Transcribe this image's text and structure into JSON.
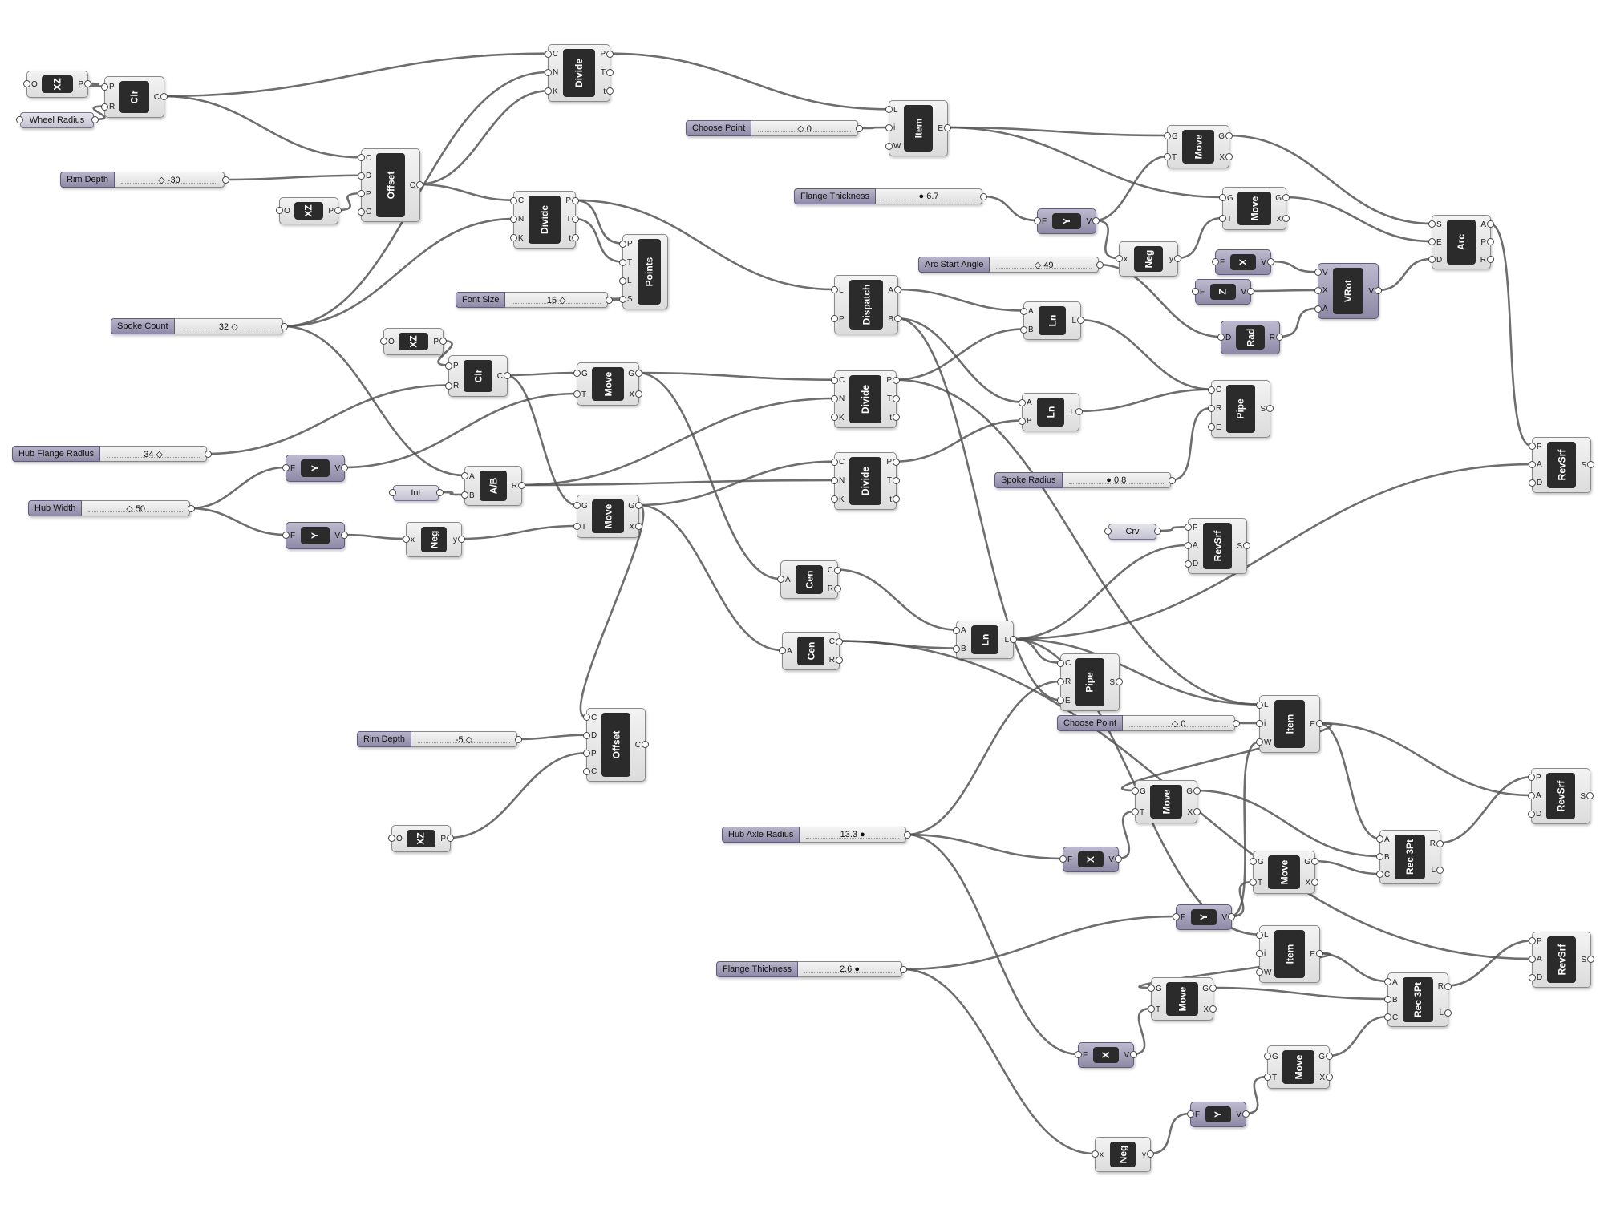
{
  "components": [
    {
      "id": "xz1",
      "name": "XZ",
      "inputs": [
        "O"
      ],
      "outputs": [
        "P"
      ]
    },
    {
      "id": "cir1",
      "name": "Cir",
      "inputs": [
        "P",
        "R"
      ],
      "outputs": [
        "C"
      ]
    },
    {
      "id": "div_top",
      "name": "Divide",
      "inputs": [
        "C",
        "N",
        "K"
      ],
      "outputs": [
        "P",
        "T",
        "t"
      ]
    },
    {
      "id": "offset1",
      "name": "Offset",
      "inputs": [
        "C",
        "D",
        "P",
        "C"
      ],
      "outputs": [
        "C"
      ]
    },
    {
      "id": "xz2",
      "name": "XZ",
      "inputs": [
        "O"
      ],
      "outputs": [
        "P"
      ]
    },
    {
      "id": "div2",
      "name": "Divide",
      "inputs": [
        "C",
        "N",
        "K"
      ],
      "outputs": [
        "P",
        "T",
        "t"
      ]
    },
    {
      "id": "points",
      "name": "Points",
      "inputs": [
        "P",
        "T",
        "L",
        "S"
      ],
      "outputs": []
    },
    {
      "id": "item1",
      "name": "Item",
      "inputs": [
        "L",
        "i",
        "W"
      ],
      "outputs": [
        "E"
      ]
    },
    {
      "id": "move_a",
      "name": "Move",
      "inputs": [
        "G",
        "T"
      ],
      "outputs": [
        "G",
        "X"
      ]
    },
    {
      "id": "y_fl",
      "name": "Y",
      "inputs": [
        "F"
      ],
      "outputs": [
        "V"
      ],
      "dark": true
    },
    {
      "id": "move_b",
      "name": "Move",
      "inputs": [
        "G",
        "T"
      ],
      "outputs": [
        "G",
        "X"
      ]
    },
    {
      "id": "neg_a",
      "name": "Neg",
      "inputs": [
        "x"
      ],
      "outputs": [
        "y"
      ]
    },
    {
      "id": "arc",
      "name": "Arc",
      "inputs": [
        "S",
        "E",
        "D"
      ],
      "outputs": [
        "A",
        "P",
        "R"
      ]
    },
    {
      "id": "x_dark",
      "name": "X",
      "inputs": [
        "F"
      ],
      "outputs": [
        "V"
      ],
      "dark": true
    },
    {
      "id": "z_dark",
      "name": "Z",
      "inputs": [
        "F"
      ],
      "outputs": [
        "V"
      ],
      "dark": true
    },
    {
      "id": "vrot",
      "name": "VRot",
      "inputs": [
        "V",
        "X",
        "A"
      ],
      "outputs": [
        "V"
      ],
      "dark": true
    },
    {
      "id": "rad",
      "name": "Rad",
      "inputs": [
        "D"
      ],
      "outputs": [
        "R"
      ],
      "dark": true
    },
    {
      "id": "dispatch",
      "name": "Dispatch",
      "inputs": [
        "L",
        "P"
      ],
      "outputs": [
        "A",
        "B"
      ]
    },
    {
      "id": "ln1",
      "name": "Ln",
      "inputs": [
        "A",
        "B"
      ],
      "outputs": [
        "L"
      ]
    },
    {
      "id": "ln2",
      "name": "Ln",
      "inputs": [
        "A",
        "B"
      ],
      "outputs": [
        "L"
      ]
    },
    {
      "id": "pipe1",
      "name": "Pipe",
      "inputs": [
        "C",
        "R",
        "E"
      ],
      "outputs": [
        "S"
      ]
    },
    {
      "id": "xz3",
      "name": "XZ",
      "inputs": [
        "O"
      ],
      "outputs": [
        "P"
      ]
    },
    {
      "id": "cir2",
      "name": "Cir",
      "inputs": [
        "P",
        "R"
      ],
      "outputs": [
        "C"
      ]
    },
    {
      "id": "move_c",
      "name": "Move",
      "inputs": [
        "G",
        "T"
      ],
      "outputs": [
        "G",
        "X"
      ]
    },
    {
      "id": "div3",
      "name": "Divide",
      "inputs": [
        "C",
        "N",
        "K"
      ],
      "outputs": [
        "P",
        "T",
        "t"
      ]
    },
    {
      "id": "div4",
      "name": "Divide",
      "inputs": [
        "C",
        "N",
        "K"
      ],
      "outputs": [
        "P",
        "T",
        "t"
      ]
    },
    {
      "id": "y_hf",
      "name": "Y",
      "inputs": [
        "F"
      ],
      "outputs": [
        "V"
      ],
      "dark": true
    },
    {
      "id": "ab",
      "name": "A/B",
      "inputs": [
        "A",
        "B"
      ],
      "outputs": [
        "R"
      ]
    },
    {
      "id": "y_hw",
      "name": "Y",
      "inputs": [
        "F"
      ],
      "outputs": [
        "V"
      ],
      "dark": true
    },
    {
      "id": "neg_b",
      "name": "Neg",
      "inputs": [
        "x"
      ],
      "outputs": [
        "y"
      ]
    },
    {
      "id": "move_d",
      "name": "Move",
      "inputs": [
        "G",
        "T"
      ],
      "outputs": [
        "G",
        "X"
      ]
    },
    {
      "id": "revsrf1",
      "name": "RevSrf",
      "inputs": [
        "P",
        "A",
        "D"
      ],
      "outputs": [
        "S"
      ]
    },
    {
      "id": "revsrf2",
      "name": "RevSrf",
      "inputs": [
        "P",
        "A",
        "D"
      ],
      "outputs": [
        "S"
      ]
    },
    {
      "id": "cen1",
      "name": "Cen",
      "inputs": [
        "A"
      ],
      "outputs": [
        "C",
        "R"
      ]
    },
    {
      "id": "cen2",
      "name": "Cen",
      "inputs": [
        "A"
      ],
      "outputs": [
        "C",
        "R"
      ]
    },
    {
      "id": "ln3",
      "name": "Ln",
      "inputs": [
        "A",
        "B"
      ],
      "outputs": [
        "L"
      ]
    },
    {
      "id": "pipe2",
      "name": "Pipe",
      "inputs": [
        "C",
        "R",
        "E"
      ],
      "outputs": [
        "S"
      ]
    },
    {
      "id": "item2",
      "name": "Item",
      "inputs": [
        "L",
        "i",
        "W"
      ],
      "outputs": [
        "E"
      ]
    },
    {
      "id": "offset2",
      "name": "Offset",
      "inputs": [
        "C",
        "D",
        "P",
        "C"
      ],
      "outputs": [
        "C"
      ]
    },
    {
      "id": "xz4",
      "name": "XZ",
      "inputs": [
        "O"
      ],
      "outputs": [
        "P"
      ]
    },
    {
      "id": "move_e",
      "name": "Move",
      "inputs": [
        "G",
        "T"
      ],
      "outputs": [
        "G",
        "X"
      ]
    },
    {
      "id": "revsrf3",
      "name": "RevSrf",
      "inputs": [
        "P",
        "A",
        "D"
      ],
      "outputs": [
        "S"
      ]
    },
    {
      "id": "x_dark2",
      "name": "X",
      "inputs": [
        "F"
      ],
      "outputs": [
        "V"
      ],
      "dark": true
    },
    {
      "id": "rec1",
      "name": "Rec 3Pt",
      "inputs": [
        "A",
        "B",
        "C"
      ],
      "outputs": [
        "R",
        "L"
      ]
    },
    {
      "id": "move_f",
      "name": "Move",
      "inputs": [
        "G",
        "T"
      ],
      "outputs": [
        "G",
        "X"
      ]
    },
    {
      "id": "y_dark3",
      "name": "Y",
      "inputs": [
        "F"
      ],
      "outputs": [
        "V"
      ],
      "dark": true
    },
    {
      "id": "item3",
      "name": "Item",
      "inputs": [
        "L",
        "i",
        "W"
      ],
      "outputs": [
        "E"
      ]
    },
    {
      "id": "revsrf4",
      "name": "RevSrf",
      "inputs": [
        "P",
        "A",
        "D"
      ],
      "outputs": [
        "S"
      ]
    },
    {
      "id": "move_g",
      "name": "Move",
      "inputs": [
        "G",
        "T"
      ],
      "outputs": [
        "G",
        "X"
      ]
    },
    {
      "id": "rec2",
      "name": "Rec 3Pt",
      "inputs": [
        "A",
        "B",
        "C"
      ],
      "outputs": [
        "R",
        "L"
      ]
    },
    {
      "id": "x_dark3",
      "name": "X",
      "inputs": [
        "F"
      ],
      "outputs": [
        "V"
      ],
      "dark": true
    },
    {
      "id": "move_h",
      "name": "Move",
      "inputs": [
        "G",
        "T"
      ],
      "outputs": [
        "G",
        "X"
      ]
    },
    {
      "id": "y_dark4",
      "name": "Y",
      "inputs": [
        "F"
      ],
      "outputs": [
        "V"
      ],
      "dark": true
    },
    {
      "id": "neg_c",
      "name": "Neg",
      "inputs": [
        "x"
      ],
      "outputs": [
        "y"
      ]
    }
  ],
  "sliders": [
    {
      "id": "s_rim",
      "label": "Rim Depth",
      "value": "◇ -30"
    },
    {
      "id": "s_choose1",
      "label": "Choose Point",
      "value": "◇ 0"
    },
    {
      "id": "s_flange1",
      "label": "Flange Thickness",
      "value": "● 6.7"
    },
    {
      "id": "s_arc",
      "label": "Arc Start Angle",
      "value": "◇ 49"
    },
    {
      "id": "s_font",
      "label": "Font Size",
      "value": "15 ◇"
    },
    {
      "id": "s_spoke",
      "label": "Spoke Count",
      "value": "32 ◇"
    },
    {
      "id": "s_hubfl",
      "label": "Hub Flange Radius",
      "value": "34 ◇"
    },
    {
      "id": "s_hubw",
      "label": "Hub Width",
      "value": "◇ 50"
    },
    {
      "id": "s_sprad",
      "label": "Spoke Radius",
      "value": "● 0.8"
    },
    {
      "id": "s_choose2",
      "label": "Choose Point",
      "value": "◇ 0"
    },
    {
      "id": "s_rim2",
      "label": "Rim Depth",
      "value": "-5 ◇"
    },
    {
      "id": "s_axle",
      "label": "Hub Axle Radius",
      "value": "13.3 ●"
    },
    {
      "id": "s_flange2",
      "label": "Flange Thickness",
      "value": "2.6 ●"
    }
  ],
  "params": [
    {
      "id": "p_wheel",
      "label": "Wheel Radius"
    },
    {
      "id": "p_int",
      "label": "Int"
    },
    {
      "id": "p_crv",
      "label": "Crv"
    }
  ],
  "wire_color": "#555555",
  "node_core_color": "#2b2b2b",
  "param_color": "#9c98b4"
}
